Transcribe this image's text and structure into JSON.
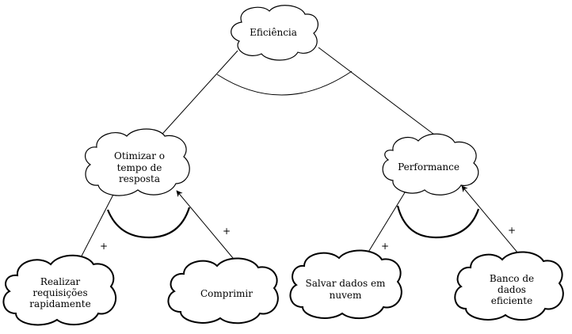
{
  "nodes": {
    "eficiencia": {
      "lines": [
        "Eficiência"
      ]
    },
    "otimizar": {
      "lines": [
        "Otimizar o",
        "tempo de",
        "resposta"
      ]
    },
    "performance": {
      "lines": [
        "Performance"
      ]
    },
    "realizar": {
      "lines": [
        "Realizar",
        "requisições",
        "rapidamente"
      ]
    },
    "comprimir": {
      "lines": [
        "Comprimir"
      ]
    },
    "salvar": {
      "lines": [
        "Salvar dados em",
        "nuvem"
      ]
    },
    "banco": {
      "lines": [
        "Banco de",
        "dados",
        "eficiente"
      ]
    }
  },
  "contributions": {
    "realizar_to_otimizar": "+",
    "comprimir_to_otimizar": "+",
    "salvar_to_performance": "+",
    "banco_to_performance": "+"
  }
}
